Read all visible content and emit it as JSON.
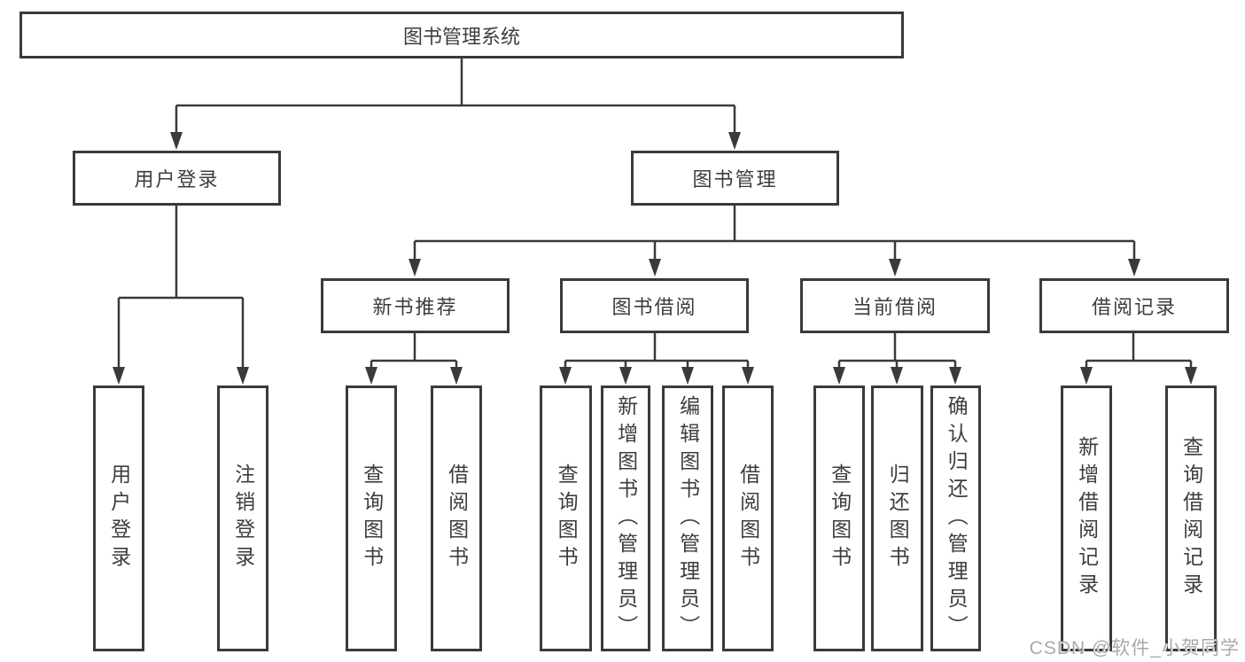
{
  "diagram": {
    "root": {
      "label": "图书管理系统"
    },
    "level2": {
      "user_login": {
        "label": "用户登录"
      },
      "book_management": {
        "label": "图书管理"
      }
    },
    "level3": {
      "new_book_recommend": {
        "label": "新书推荐"
      },
      "book_borrow": {
        "label": "图书借阅"
      },
      "current_borrow": {
        "label": "当前借阅"
      },
      "borrow_record": {
        "label": "借阅记录"
      }
    },
    "leaves": {
      "user_login_leaf": {
        "label": "用户登录"
      },
      "logout_login": {
        "label": "注销登录"
      },
      "nbr_query_book": {
        "label": "查询图书"
      },
      "nbr_borrow_book": {
        "label": "借阅图书"
      },
      "bb_query_book": {
        "label": "查询图书"
      },
      "bb_add_book": {
        "label": "新增图书（管理员）"
      },
      "bb_edit_book": {
        "label": "编辑图书（管理员）"
      },
      "bb_borrow_book": {
        "label": "借阅图书"
      },
      "cb_query_book": {
        "label": "查询图书"
      },
      "cb_return_book": {
        "label": "归还图书"
      },
      "cb_confirm_return": {
        "label": "确认归还（管理员）"
      },
      "br_add_record": {
        "label": "新增借阅记录"
      },
      "br_query_record": {
        "label": "查询借阅记录"
      }
    }
  },
  "watermark": {
    "text": "CSDN @软件_小贺同学"
  },
  "colors": {
    "line": "#3a3a3a",
    "box_border": "#3a3a3a",
    "text": "#3d3d3d",
    "background": "#ffffff",
    "watermark": "#a9a9a9"
  }
}
